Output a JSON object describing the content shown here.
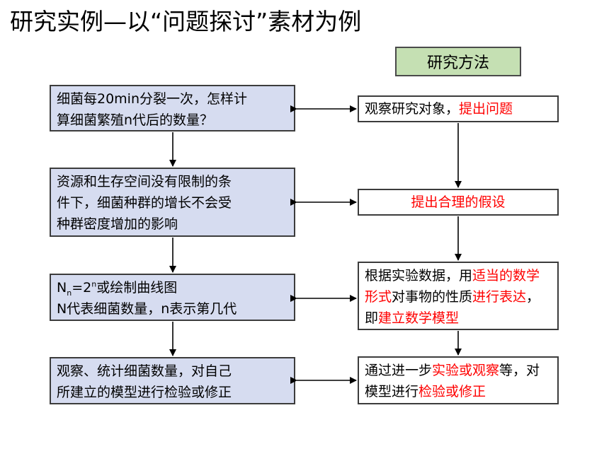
{
  "title": "研究实例—以“问题探讨”素材为例",
  "method_header": "研究方法",
  "left_steps": [
    {
      "lines": [
        "细菌每20min分裂一次，怎样计",
        "算细菌繁殖n代后的数量？"
      ]
    },
    {
      "lines": [
        "资源和生存空间没有限制的条",
        "件下，细菌种群的增长不会受",
        "种群密度增加的影响"
      ]
    },
    {
      "formula": {
        "base": "N",
        "sub": "n",
        "eq": "=2",
        "sup": "n",
        "rest": "或绘制曲线图"
      },
      "line2": "N代表细菌数量，n表示第几代"
    },
    {
      "lines": [
        "观察、统计细菌数量，对自己",
        "所建立的模型进行检验或修正"
      ]
    }
  ],
  "right_steps": [
    {
      "parts": [
        {
          "t": "观察研究对象，"
        },
        {
          "t": "提出问题",
          "red": true
        }
      ]
    },
    {
      "parts": [
        {
          "t": "提出合理的假设",
          "red": true
        }
      ]
    },
    {
      "parts": [
        {
          "t": "根据实验数据，用"
        },
        {
          "t": "适当的数学形式",
          "red": true
        },
        {
          "t": "对事物的性质"
        },
        {
          "t": "进行表达",
          "red": true
        },
        {
          "t": "，即"
        },
        {
          "t": "建立数学模型",
          "red": true
        }
      ]
    },
    {
      "parts": [
        {
          "t": "通过进一步"
        },
        {
          "t": "实验或观察",
          "red": true
        },
        {
          "t": "等，对模型进行"
        },
        {
          "t": "检验或修正",
          "red": true
        }
      ]
    }
  ],
  "colors": {
    "left_fill": "#d6dcf0",
    "header_fill": "#c5e0b3",
    "highlight": "#ff0000",
    "border": "#3c3c3c"
  }
}
